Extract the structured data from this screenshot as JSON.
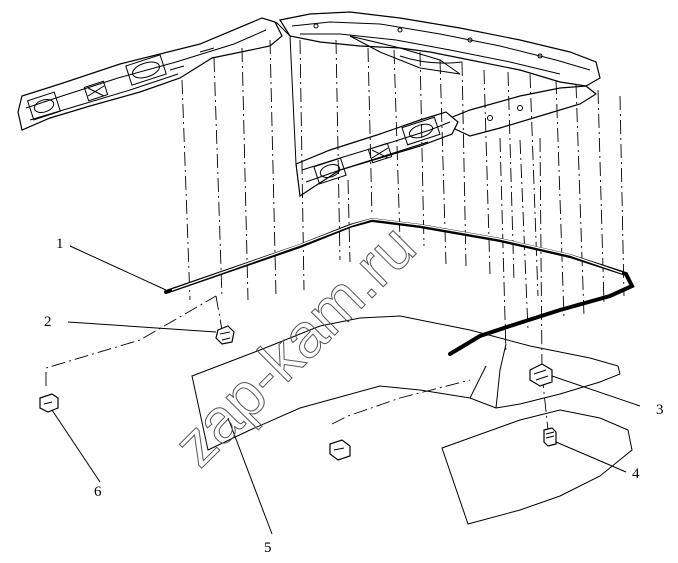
{
  "watermark": {
    "text": "zap-kam.ru"
  },
  "callouts": [
    {
      "id": "1",
      "label": "1"
    },
    {
      "id": "2",
      "label": "2"
    },
    {
      "id": "3",
      "label": "3"
    },
    {
      "id": "4",
      "label": "4"
    },
    {
      "id": "5",
      "label": "5"
    },
    {
      "id": "6",
      "label": "6"
    }
  ],
  "colors": {
    "line": "#000000",
    "background": "#ffffff",
    "watermark": "#555555"
  }
}
